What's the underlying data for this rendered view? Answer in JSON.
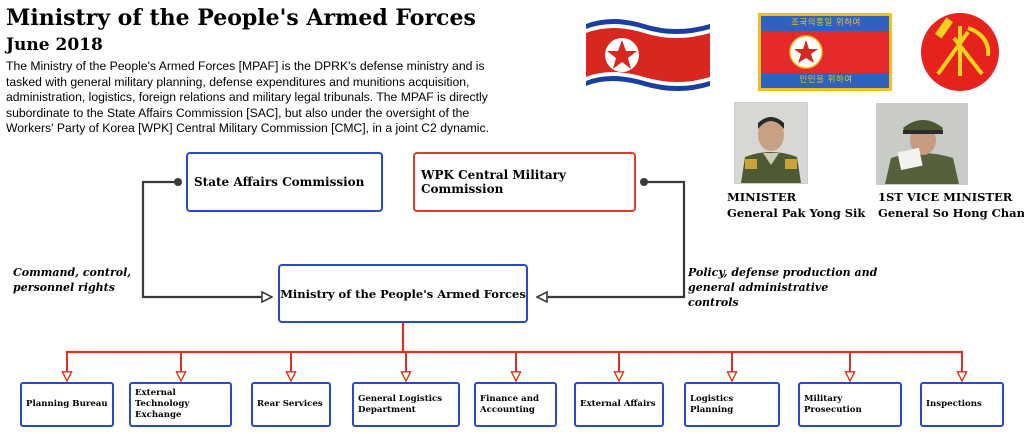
{
  "header": {
    "title": "Ministry of the People's Armed Forces",
    "date": "June 2018",
    "description": "The Ministry of the People's Armed Forces [MPAF] is the DPRK's defense ministry and is tasked with general military planning, defense expenditures and munitions acquisition, administration, logistics, foreign relations and military legal tribunals.  The MPAF is directly subordinate to the State Affairs Commission [SAC], but also under the oversight of the Workers' Party of Korea [WPK] Central Military Commission [CMC], in a joint C2 dynamic."
  },
  "emblems": {
    "dprk_flag": {
      "icon": "dprk-flag-icon",
      "colors": [
        "#1a3fa0",
        "#ffffff",
        "#d8271f",
        "#e5252a"
      ]
    },
    "kpa_flag": {
      "icon": "kpa-flag-icon",
      "top_text": "조국의통일 위하여",
      "bottom_text": "인민을 위하여",
      "colors": [
        "#2f62c0",
        "#e42a2a",
        "#f0c020",
        "#ffffff"
      ]
    },
    "wpk_emblem": {
      "icon": "wpk-emblem-icon",
      "colors": [
        "#e6221c",
        "#f2d21a"
      ]
    }
  },
  "leaders": [
    {
      "role": "MINISTER",
      "name": "General Pak Yong Sik",
      "icon": "minister-portrait"
    },
    {
      "role": "1ST VICE MINISTER",
      "name": "General So Hong Chan",
      "icon": "vice-minister-portrait"
    }
  ],
  "org": {
    "top": [
      {
        "label": "State Affairs Commission",
        "color": "#2a49c8"
      },
      {
        "label": "WPK Central Military Commission",
        "color": "#d9402a"
      }
    ],
    "center": {
      "label": "Ministry of the People's Armed Forces",
      "color": "#2a49c8"
    },
    "edge_labels": {
      "left": "Command, control, personnel rights",
      "right": "Policy, defense production and general administrative controls"
    },
    "departments": [
      "Planning Bureau",
      "External Technology Exchange",
      "Rear Services",
      "General Logistics Department",
      "Finance and Accounting",
      "External Affairs",
      "Logistics Planning",
      "Military Prosecution",
      "Inspections"
    ],
    "colors": {
      "connector_gray": "#3a3a3a",
      "connector_red": "#e03020",
      "box_blue": "#2a49c8",
      "box_red": "#d9402a"
    }
  }
}
